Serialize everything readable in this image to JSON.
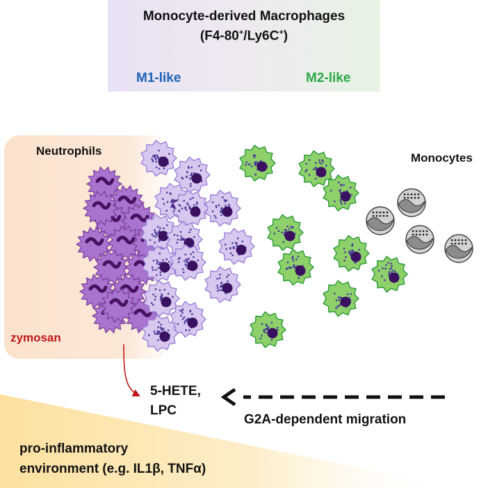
{
  "header": {
    "title": "Monocyte-derived Macrophages",
    "subtitle_main": "(F4-80",
    "subtitle_sup1": "+",
    "subtitle_mid": "/Ly6C",
    "subtitle_sup2": "+",
    "subtitle_end": ")",
    "m1_label": "M1-like",
    "m2_label": "M2-like"
  },
  "labels": {
    "neutrophils": "Neutrophils",
    "monocytes": "Monocytes",
    "zymosan": "zymosan",
    "mediators_line1": "5-HETE,",
    "mediators_line2": "LPC",
    "migration": "G2A-dependent migration",
    "environment_line1": "pro-inflammatory",
    "environment_line2": "environment (e.g. IL1β, TNFα)"
  },
  "colors": {
    "m1_text": "#1b63b5",
    "m2_text": "#2aa845",
    "zymosan_text": "#c0181b",
    "neutrophil_fill": "#a874d0",
    "m1_cell_fill": "#d8c8f0",
    "m2_cell_fill": "#8ed06a",
    "monocyte_fill": "#8c8c8c",
    "zone_fill": "#fbe5d3",
    "environment_fill": "#fde3a8"
  }
}
